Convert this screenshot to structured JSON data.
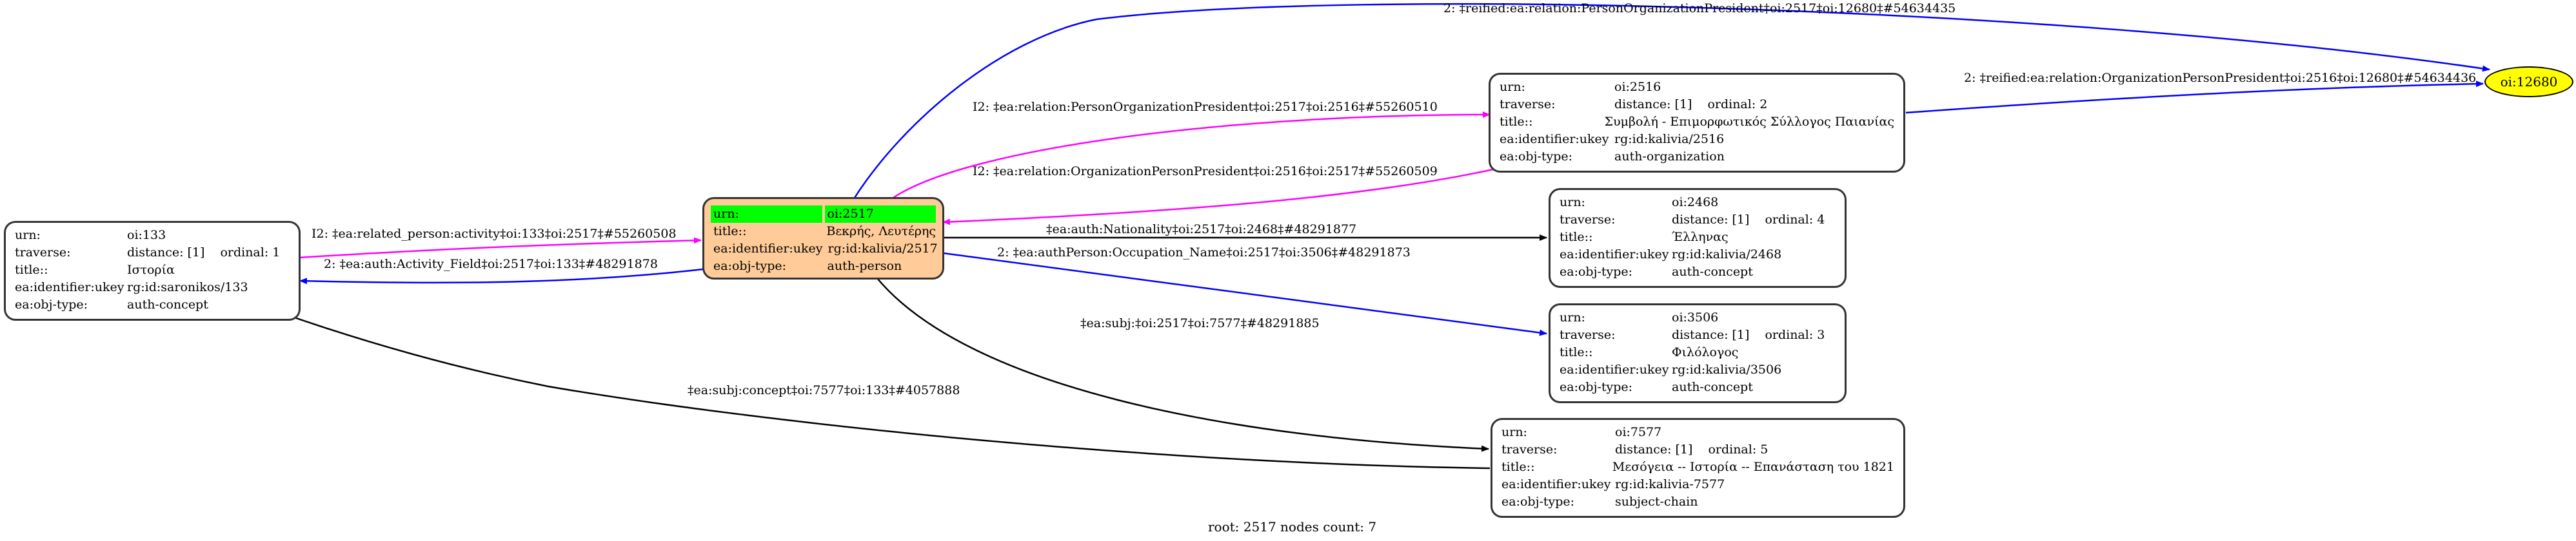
{
  "colors": {
    "root_fill": "#ffcc99",
    "highlight": "#00ff00",
    "target_fill": "#ffff00",
    "blue_edge": "#0000ff",
    "magenta_edge": "#ff00ff",
    "black_edge": "#000000"
  },
  "labels": {
    "urn": "urn:",
    "traverse": "traverse:",
    "title": "title::",
    "ukey": "ea:identifier:ukey",
    "objtype": "ea:obj-type:"
  },
  "nodes": {
    "n133": {
      "urn": "oi:133",
      "distance": "distance: [1]",
      "ordinal": "ordinal: 1",
      "title": "Ιστορία",
      "ukey": "rg:id:saronikos/133",
      "objtype": "auth-concept"
    },
    "n2517": {
      "urn": "oi:2517",
      "title": "Βεκρής, Λευτέρης",
      "ukey": "rg:id:kalivia/2517",
      "objtype": "auth-person"
    },
    "n2516": {
      "urn": "oi:2516",
      "distance": "distance: [1]",
      "ordinal": "ordinal: 2",
      "title": "Συμβολή - Επιμορφωτικός Σύλλογος Παιανίας",
      "ukey": "rg:id:kalivia/2516",
      "objtype": "auth-organization"
    },
    "n2468": {
      "urn": "oi:2468",
      "distance": "distance: [1]",
      "ordinal": "ordinal: 4",
      "title": "Έλληνας",
      "ukey": "rg:id:kalivia/2468",
      "objtype": "auth-concept"
    },
    "n3506": {
      "urn": "oi:3506",
      "distance": "distance: [1]",
      "ordinal": "ordinal: 3",
      "title": "Φιλόλογος",
      "ukey": "rg:id:kalivia/3506",
      "objtype": "auth-concept"
    },
    "n7577": {
      "urn": "oi:7577",
      "distance": "distance: [1]",
      "ordinal": "ordinal: 5",
      "title": "Μεσόγεια -- Ιστορία -- Επανάσταση του 1821",
      "ukey": "rg:id:kalivia-7577",
      "objtype": "subject-chain"
    },
    "n12680": {
      "label": "oi:12680"
    }
  },
  "edges": {
    "e1": "2: ‡reified:ea:relation:PersonOrganizationPresident‡oi:2517‡oi:12680‡#54634435",
    "e2": "2: ‡reified:ea:relation:OrganizationPersonPresident‡oi:2516‡oi:12680‡#54634436",
    "e3": "I2: ‡ea:relation:PersonOrganizationPresident‡oi:2517‡oi:2516‡#55260510",
    "e4": "I2: ‡ea:relation:OrganizationPersonPresident‡oi:2516‡oi:2517‡#55260509",
    "e5": "I2: ‡ea:related_person:activity‡oi:133‡oi:2517‡#55260508",
    "e6": "2: ‡ea:auth:Activity_Field‡oi:2517‡oi:133‡#48291878",
    "e7": "‡ea:auth:Nationality‡oi:2517‡oi:2468‡#48291877",
    "e8": "2: ‡ea:authPerson:Occupation_Name‡oi:2517‡oi:3506‡#48291873",
    "e9": "‡ea:subj:‡oi:2517‡oi:7577‡#48291885",
    "e10": "‡ea:subj:concept‡oi:7577‡oi:133‡#4057888"
  },
  "footer": "root: 2517 nodes count: 7"
}
